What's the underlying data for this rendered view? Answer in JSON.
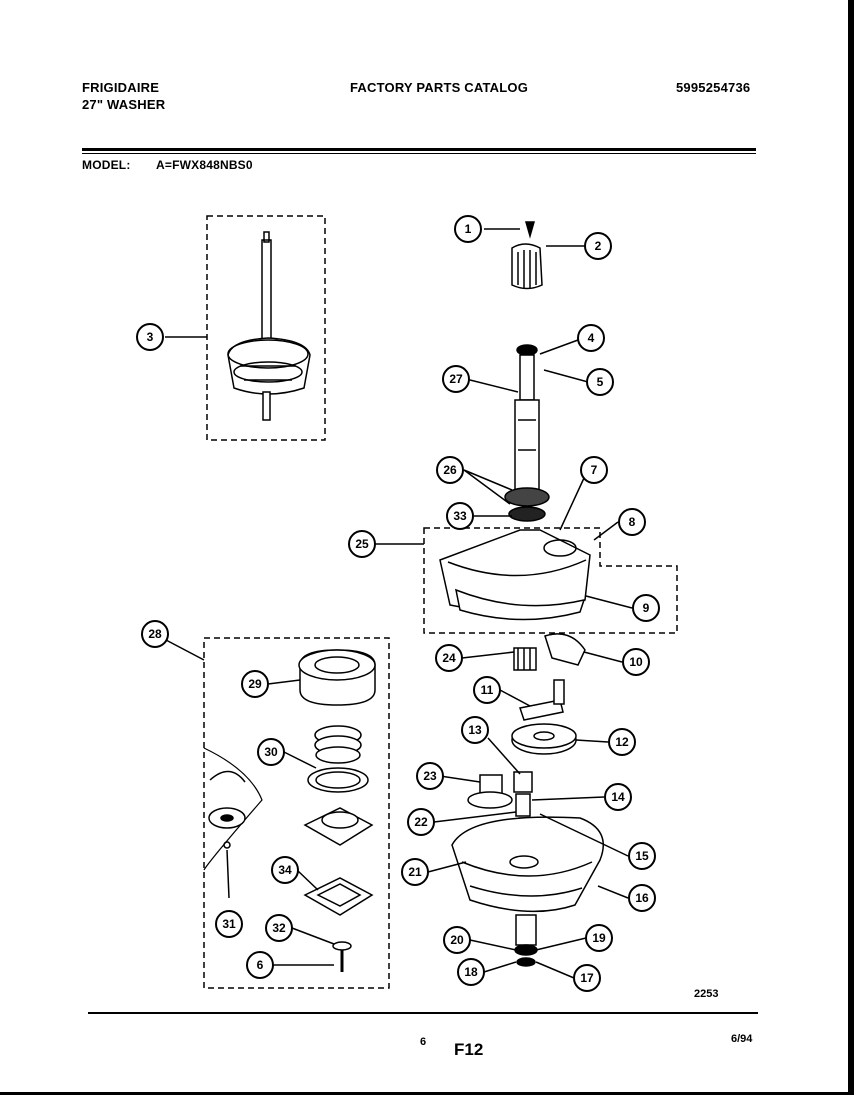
{
  "header": {
    "brand": "FRIGIDAIRE",
    "product": "27\" WASHER",
    "catalog_title": "FACTORY PARTS CATALOG",
    "catalog_number": "5995254736",
    "model_label": "MODEL:",
    "model_value": "A=FWX848NBS0"
  },
  "diagram": {
    "callouts": [
      "1",
      "2",
      "3",
      "4",
      "5",
      "6",
      "7",
      "8",
      "9",
      "10",
      "11",
      "12",
      "13",
      "14",
      "15",
      "16",
      "17",
      "18",
      "19",
      "20",
      "21",
      "22",
      "23",
      "24",
      "25",
      "26",
      "27",
      "28",
      "29",
      "30",
      "31",
      "32",
      "33",
      "34"
    ],
    "drawing_number": "2253"
  },
  "footer": {
    "page_number": "6",
    "figure": "F12",
    "date": "6/94"
  }
}
